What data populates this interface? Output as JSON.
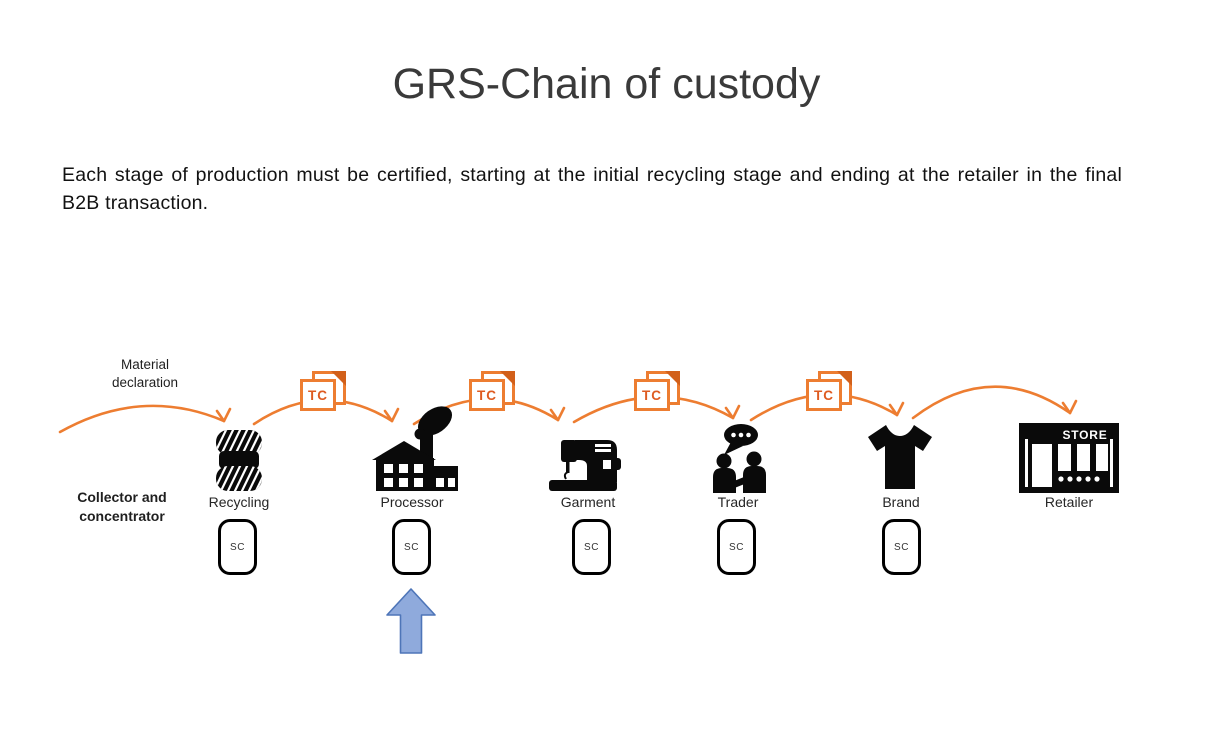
{
  "title": "GRS-Chain of custody",
  "description": "Each stage of production must be certified, starting at the initial recycling stage and ending at the retailer in the final B2B transaction.",
  "colors": {
    "arc_orange": "#ED7D31",
    "tc_text_orange": "#DE5B21",
    "icon_black": "#0a0a0a",
    "blue_arrow_fill": "#8FAADC",
    "blue_arrow_border": "#4E75B8"
  },
  "diagram": {
    "material_declaration": "Material declaration",
    "collector": "Collector and concentrator",
    "tc_label": "TC",
    "sc_label": "SC",
    "store_sign": "STORE",
    "stages": [
      {
        "label": "Recycling",
        "icon": "yarn-skein"
      },
      {
        "label": "Processor",
        "icon": "factory"
      },
      {
        "label": "Garment",
        "icon": "sewing-machine"
      },
      {
        "label": "Trader",
        "icon": "people-talking"
      },
      {
        "label": "Brand",
        "icon": "t-shirt"
      },
      {
        "label": "Retailer",
        "icon": "store"
      }
    ],
    "transaction_certificates_count": 4,
    "scope_certificates_count": 5
  }
}
